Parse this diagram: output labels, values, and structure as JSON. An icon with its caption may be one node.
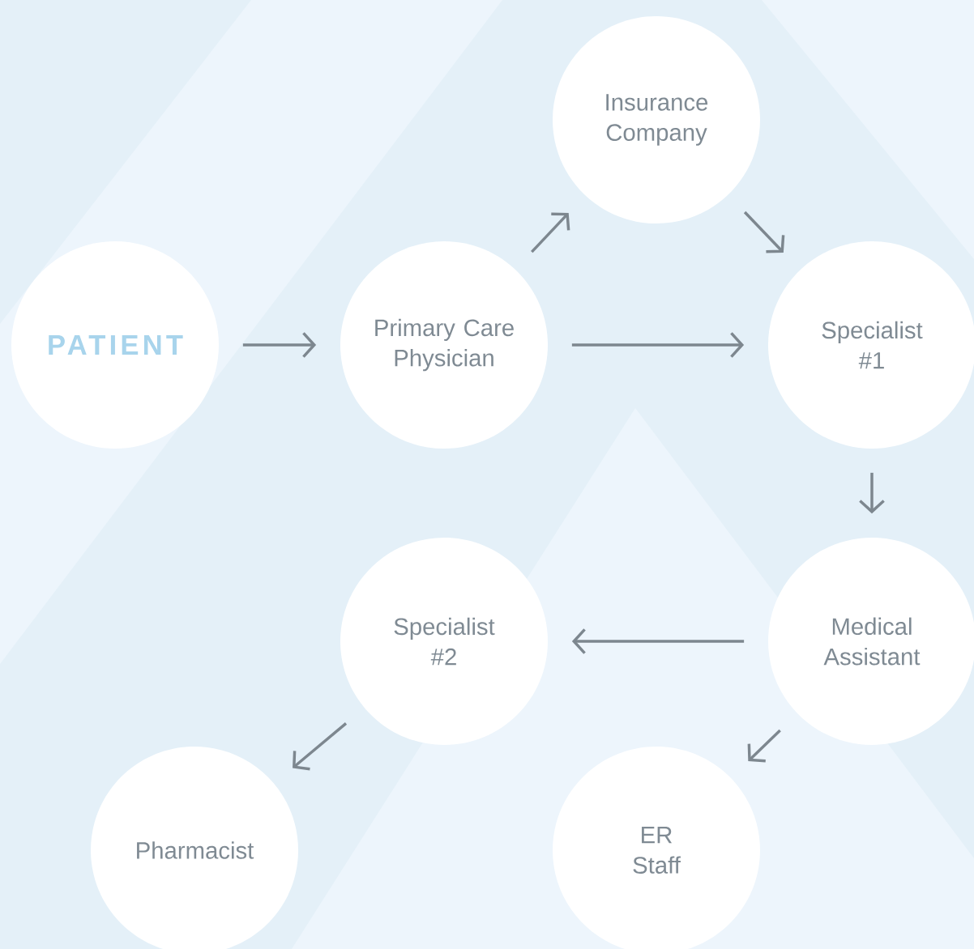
{
  "diagram": {
    "nodes": [
      {
        "text": [
          "PATIENT"
        ]
      },
      {
        "text": [
          "Primary Care Physician"
        ]
      },
      {
        "text": [
          "Insurance Company"
        ]
      },
      {
        "text": [
          "Specialist #1"
        ]
      },
      {
        "text": [
          "Medical Assistant"
        ]
      },
      {
        "text": [
          "Specialist #2"
        ]
      },
      {
        "text": [
          "Pharmacist"
        ]
      },
      {
        "text": [
          "ER Staff"
        ]
      }
    ],
    "edges": [
      {
        "from": 0,
        "to": 1,
        "arrow": "to"
      },
      {
        "from": 1,
        "to": 2,
        "arrow": "to"
      },
      {
        "from": 2,
        "to": 3,
        "arrow": "to"
      },
      {
        "from": 1,
        "to": 3,
        "arrow": "to"
      },
      {
        "from": 3,
        "to": 4,
        "arrow": "to"
      },
      {
        "from": 4,
        "to": 5,
        "arrow": "to"
      },
      {
        "from": 4,
        "to": 7,
        "arrow": "to"
      },
      {
        "from": 5,
        "to": 6,
        "arrow": "to"
      }
    ]
  }
}
